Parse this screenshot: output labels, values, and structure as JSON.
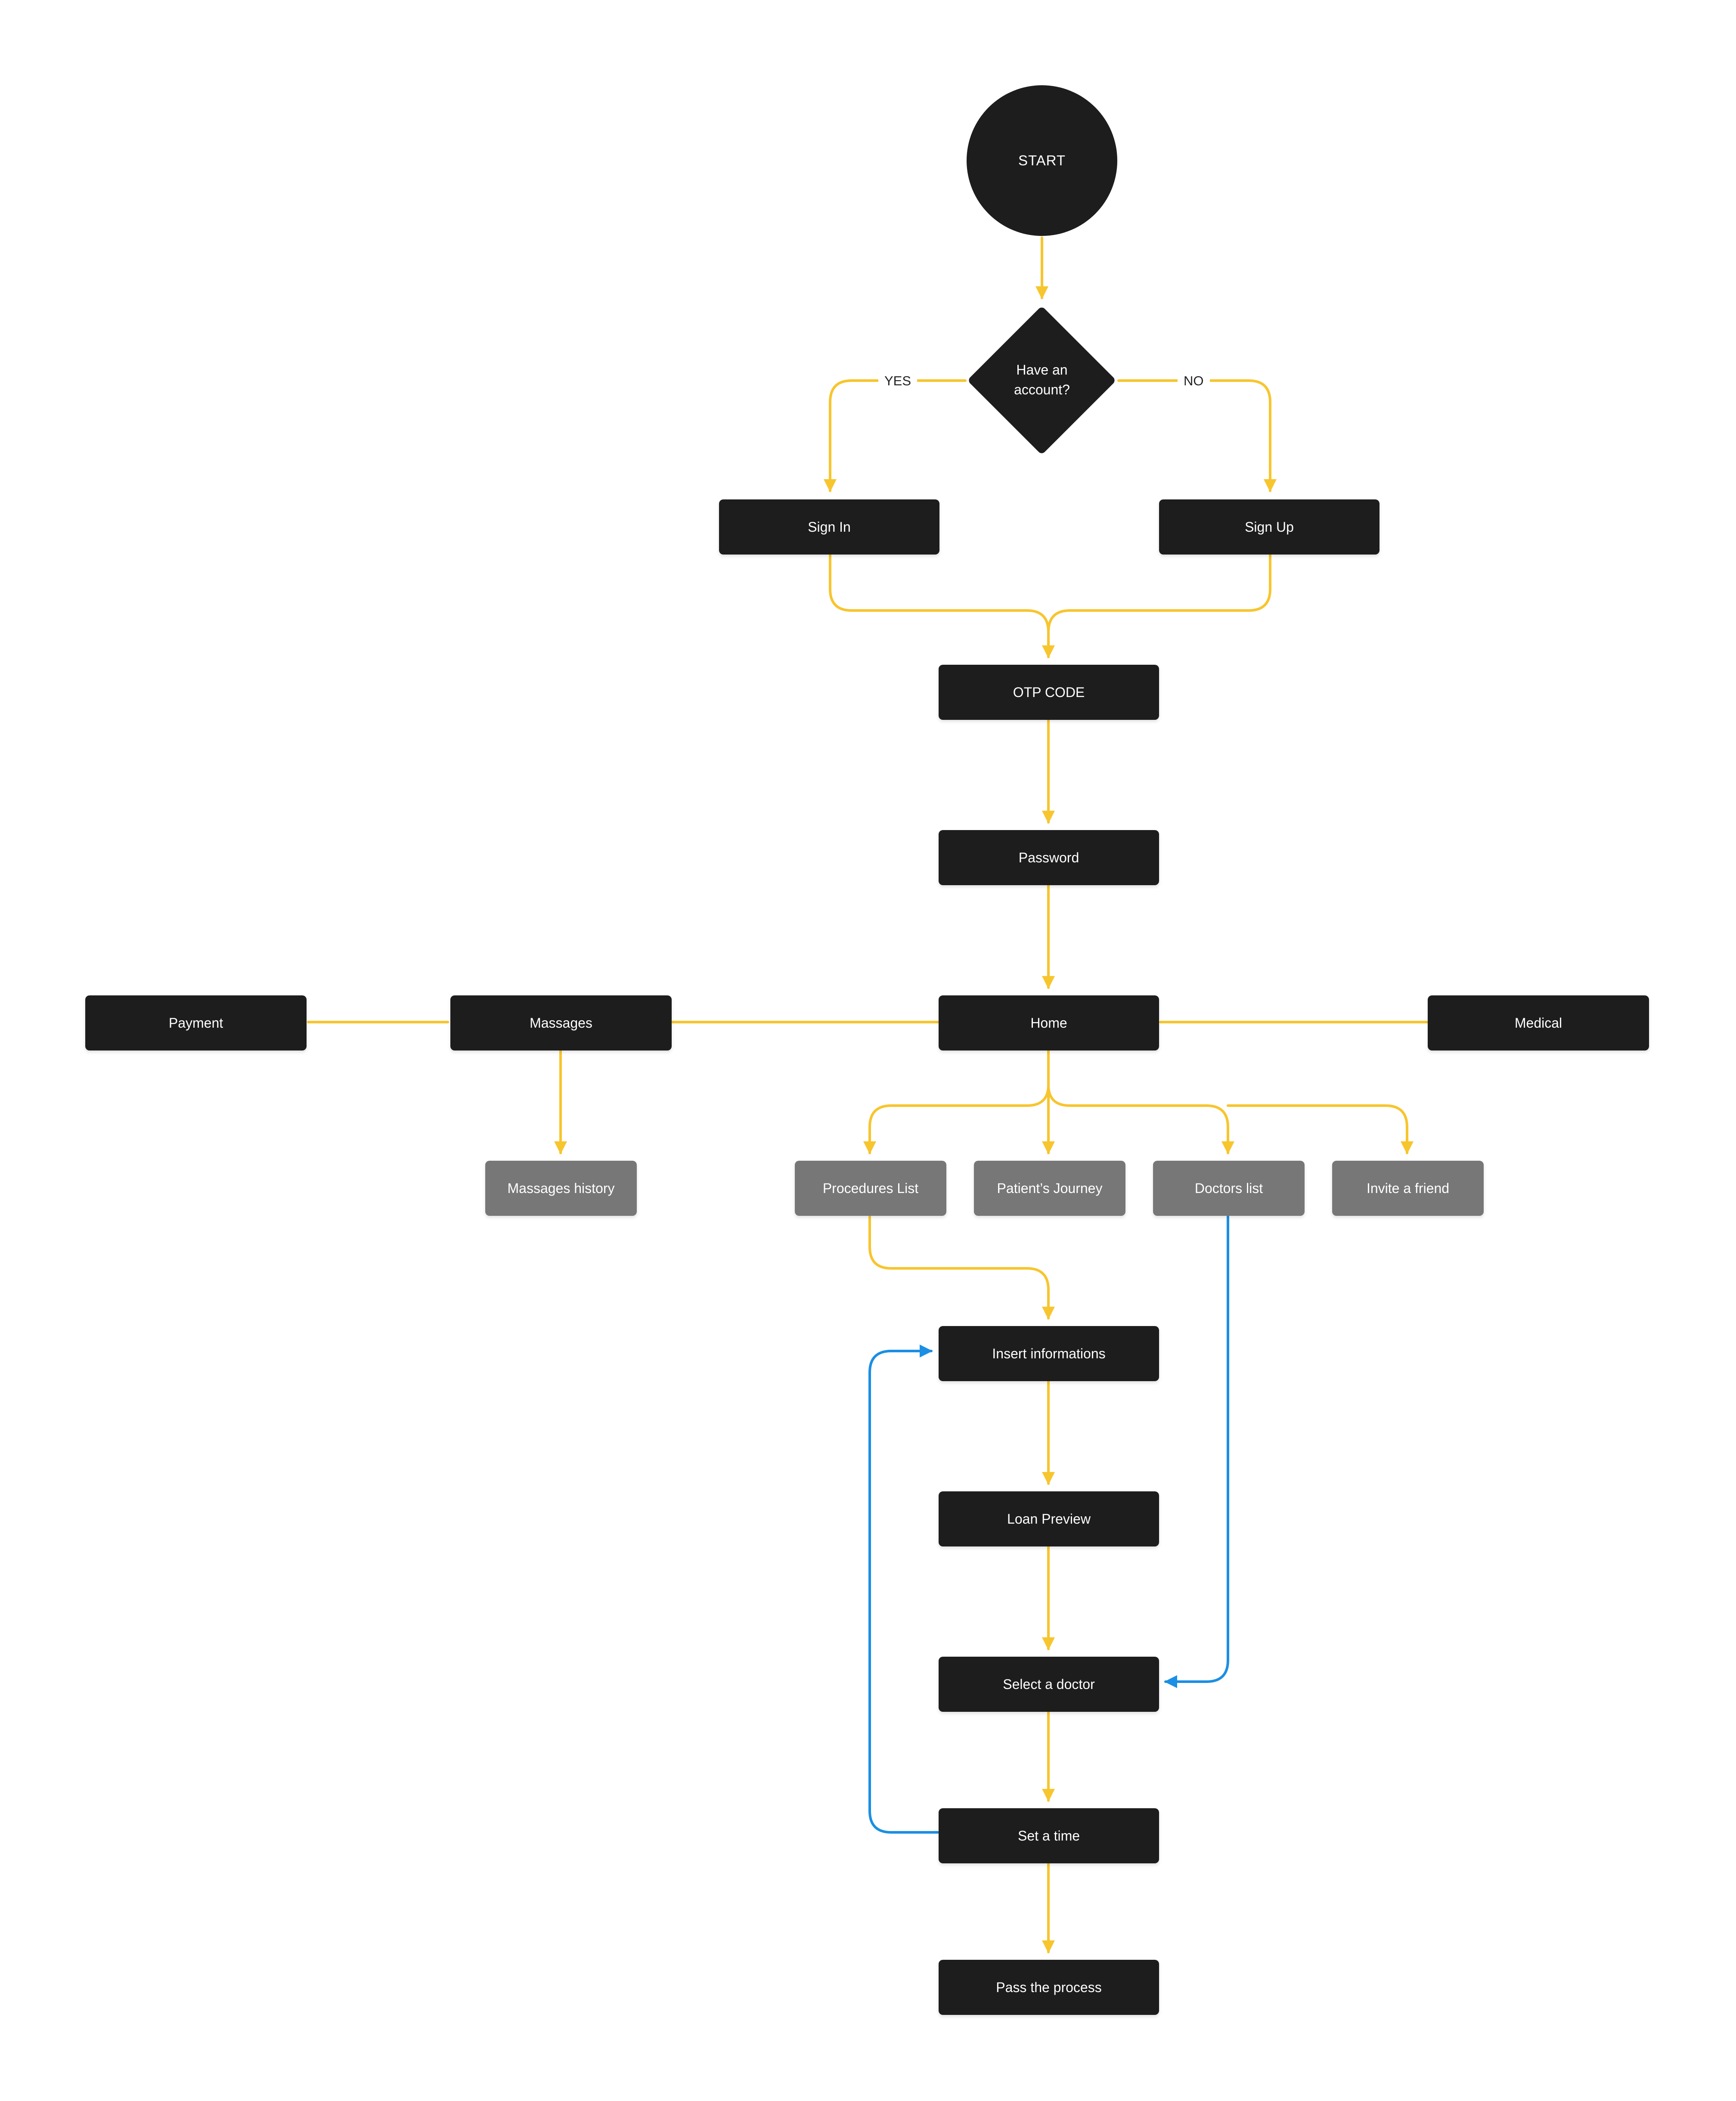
{
  "start": {
    "label": "START"
  },
  "decision": {
    "label": "Have an\naccount?",
    "yes_label": "YES",
    "no_label": "NO"
  },
  "nodes": {
    "sign_in": "Sign In",
    "sign_up": "Sign Up",
    "otp_code": "OTP CODE",
    "password": "Password",
    "home": "Home",
    "payment": "Payment",
    "massages": "Massages",
    "medical": "Medical",
    "massages_history": "Massages history",
    "procedures_list": "Procedures List",
    "patients_journey": "Patient’s Journey",
    "doctors_list": "Doctors list",
    "invite_friend": "Invite a friend",
    "insert_info": "Insert informations",
    "loan_preview": "Loan Preview",
    "select_doctor": "Select a doctor",
    "set_time": "Set a time",
    "pass_process": "Pass the process"
  },
  "colors": {
    "primary_node": "#1d1d1d",
    "secondary_node": "#777777",
    "main_flow": "#f7c52d",
    "return_flow": "#1b8fe3",
    "text": "#ffffff"
  }
}
